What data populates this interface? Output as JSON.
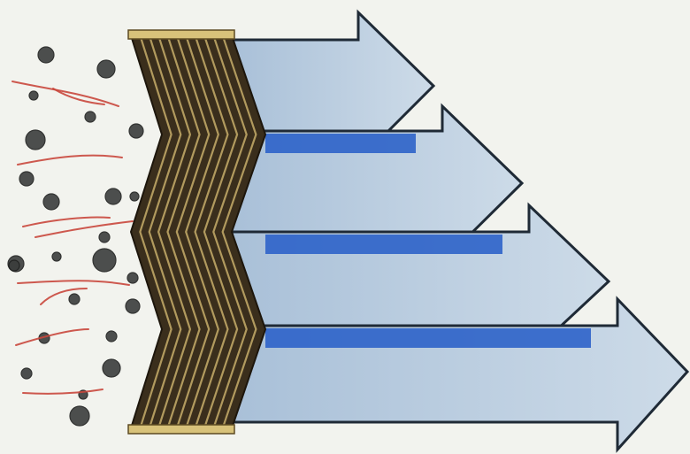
{
  "diagram": {
    "colors": {
      "background": "#f2f3ee",
      "arrow_fill": "#b9cde0",
      "arrow_stroke": "#1f2a36",
      "arrow_shadow": "#2e63c9",
      "filter_dark": "#3a2e1c",
      "filter_line": "#c7ad6a",
      "filter_frame": "#d8c27a",
      "particle": "#3b3d3c",
      "fiber": "#c9473c"
    },
    "arrows_count": 4,
    "particle_count": 24,
    "fiber_count": 9,
    "pleat_count": 11
  }
}
